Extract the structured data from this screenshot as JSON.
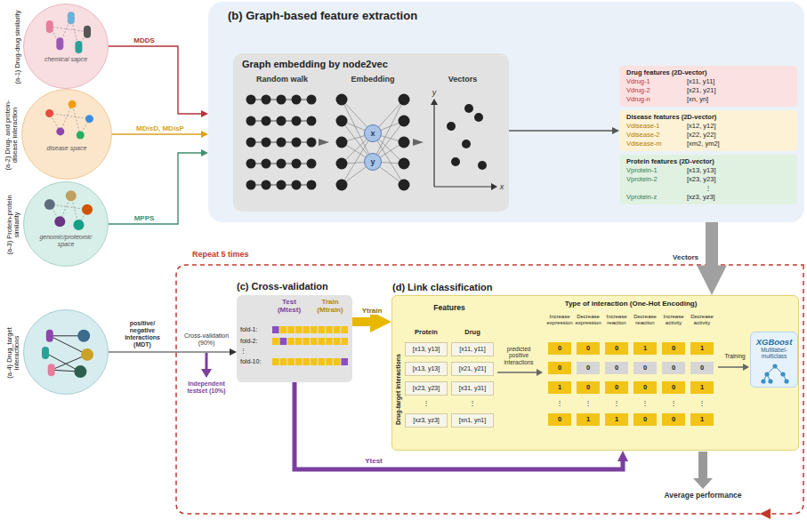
{
  "diagram": {
    "nodes": [
      {
        "text": [
          "(a-1) Drug-drug similarity",
          "chemical sapce"
        ]
      },
      {
        "text": [
          "(a-2) Drug- and protein-disease interaction",
          "disease space"
        ]
      },
      {
        "text": [
          "(a-3) Protein-protein similarity",
          "genomic/proteomic space"
        ]
      },
      {
        "text": [
          "(b) Graph-based feature extraction"
        ]
      },
      {
        "text": [
          "Graph embedding by node2vec"
        ],
        "in": 3
      },
      {
        "text": [
          "Drug features (2D-vector)",
          "Vdrug-1",
          "[x11, y11]",
          "Vdrug-2",
          "[x21, y21]",
          "Vdrug-n",
          "[xn, yn]"
        ],
        "in": 3
      },
      {
        "text": [
          "Disease features (2D-vector)",
          "Vdisease-1",
          "[x12, y12]",
          "Vdisease-2",
          "[x22, y22]",
          "Vdisease-m",
          "[xm2, ym2]"
        ],
        "in": 3
      },
      {
        "text": [
          "Protein features (2D-vector)",
          "Vprotein-1",
          "[x13, y13]",
          "Vprotein-2",
          "[x23, y23]",
          "⋮",
          "Vprotein-z",
          "[xz3, yz3]"
        ],
        "in": 3
      },
      {
        "text": [
          "(a-4) Drug_target interactions"
        ]
      },
      {
        "text": [
          "(c) Cross-validation",
          "Test (Mtest)",
          "Train (Mtrain)",
          "fold-1:",
          "fold-2:",
          "⋮",
          "fold-10:"
        ]
      },
      {
        "text": [
          "(d) Link classification"
        ]
      },
      {
        "text": [
          "XGBoost",
          "Multilabel-multiclass"
        ],
        "in": 10
      }
    ],
    "edges": [
      {
        "from": 0,
        "to": 3,
        "arrow": "to",
        "label": "MDDS"
      },
      {
        "from": 1,
        "to": 3,
        "arrow": "to",
        "label": "MDisD, MDisP"
      },
      {
        "from": 2,
        "to": 3,
        "arrow": "to",
        "label": "MPPS"
      },
      {
        "from": 4,
        "to": 6,
        "arrow": "to"
      },
      {
        "from": 3,
        "to": 10,
        "arrow": "to",
        "label": "Vectors"
      },
      {
        "from": 8,
        "to": 9,
        "arrow": "to",
        "label": "positive/ negative interactions (MDT)"
      },
      {
        "from": 9,
        "to": 10,
        "arrow": "to",
        "label": "Ytrain"
      },
      {
        "from": 9,
        "to": 10,
        "arrow": "to",
        "label": "Ytest"
      }
    ],
    "labels": [
      "Random walk",
      "Embedding",
      "Vectors",
      "x",
      "y",
      "y",
      "x",
      "Repeat 5 times",
      "Cross-validation (90%)",
      "Independent testset (10%)",
      "Features",
      "Protein",
      "Drug",
      "Drug-target interactions",
      "predicted positive interactions",
      "Type of interaction (One-Hot Encoding)",
      "Increase expression",
      "Decrease expression",
      "Increase reaction",
      "Decrease reaction",
      "Increase activity",
      "Decrease activity",
      "[x13, y13]",
      "[x11, y11]",
      "0",
      "0",
      "0",
      "1",
      "0",
      "1",
      "[x13, y13]",
      "[x21, y21]",
      "0",
      "0",
      "0",
      "0",
      "0",
      "0",
      "[x23, y23]",
      "[x31, y31]",
      "1",
      "0",
      "0",
      "0",
      "0",
      "1",
      "⋮",
      "⋮",
      "⋮",
      "⋮",
      "⋮",
      "⋮",
      "⋮",
      "⋮",
      "[xz3, yz3]",
      "[xn1, yn1]",
      "0",
      "1",
      "1",
      "0",
      "0",
      "1",
      "Training",
      "Average performance"
    ]
  }
}
